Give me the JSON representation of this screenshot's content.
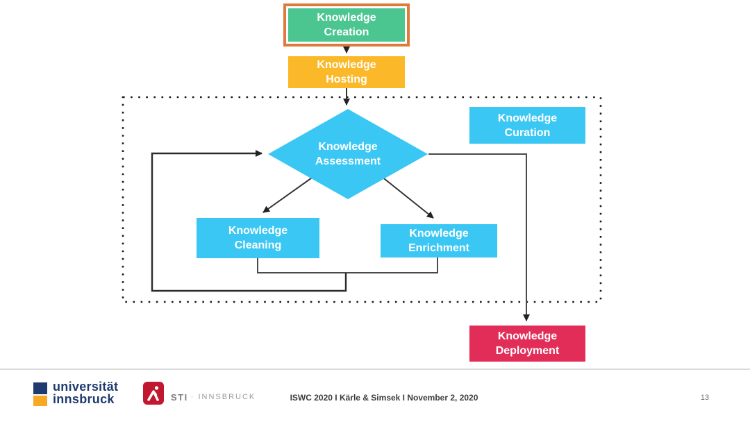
{
  "diagram": {
    "nodes": {
      "creation": {
        "line1": "Knowledge",
        "line2": "Creation",
        "fill_color": "#4CC690",
        "border_color": "#E0793C"
      },
      "hosting": {
        "line1": "Knowledge",
        "line2": "Hosting",
        "fill_color": "#FBB829"
      },
      "curation": {
        "line1": "Knowledge",
        "line2": "Curation",
        "fill_color": "#3BC7F4"
      },
      "assessment": {
        "line1": "Knowledge",
        "line2": "Assessment",
        "fill_color": "#3BC7F4"
      },
      "cleaning": {
        "line1": "Knowledge",
        "line2": "Cleaning",
        "fill_color": "#3BC7F4"
      },
      "enrichment": {
        "line1": "Knowledge",
        "line2": "Enrichment",
        "fill_color": "#3BC7F4"
      },
      "deployment": {
        "line1": "Knowledge",
        "line2": "Deployment",
        "fill_color": "#E22D58"
      }
    },
    "edges": [
      {
        "from": "creation",
        "to": "hosting",
        "arrow": true
      },
      {
        "from": "hosting",
        "to": "assessment",
        "arrow": true
      },
      {
        "from": "assessment",
        "to": "cleaning",
        "arrow": true
      },
      {
        "from": "assessment",
        "to": "enrichment",
        "arrow": true
      },
      {
        "from": "assessment",
        "to": "deployment",
        "arrow": true
      },
      {
        "from": "cleaning",
        "to": "assessment",
        "arrow": true,
        "note": "feedback loop"
      },
      {
        "from": "enrichment",
        "to": "assessment",
        "arrow": true,
        "note": "feedback loop"
      }
    ],
    "line_color": "#333333",
    "boundary_style": "dotted rectangle around curation process"
  },
  "footer": {
    "university_logo": {
      "line1": "universität",
      "line2": "innsbruck",
      "navy_color": "#1E3A6E",
      "orange_color": "#F9A826"
    },
    "sti_logo": {
      "label": "STI",
      "suffix": "· INNSBRUCK",
      "red_color": "#C2182F"
    },
    "credit": "ISWC 2020 I Kärle & Simsek I November 2, 2020",
    "page_number": "13"
  }
}
